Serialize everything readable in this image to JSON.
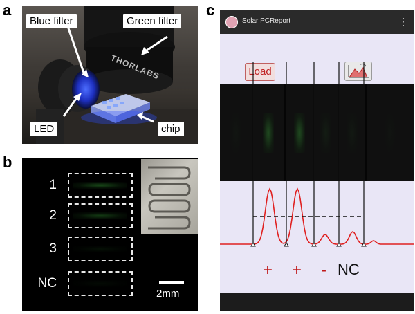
{
  "panel_letters": {
    "a": "a",
    "b": "b",
    "c": "c"
  },
  "panel_a": {
    "labels": {
      "blue_filter": "Blue filter",
      "green_filter": "Green filter",
      "led": "LED",
      "chip": "chip"
    },
    "device_text": "THORLABS"
  },
  "panel_b": {
    "well_labels": [
      "1",
      "2",
      "3",
      "NC"
    ],
    "well_intensity": [
      0.7,
      0.6,
      0.15,
      0.1
    ],
    "scale_bar": "2mm"
  },
  "panel_c": {
    "app_title": "Solar PCReport",
    "menu_icon": "⋮",
    "load_button": "Load",
    "graph_button_icon": "chart-icon",
    "strip_intensity": [
      0.05,
      0.55,
      0.55,
      0.12,
      0.08,
      0.04
    ],
    "results": [
      "+",
      "+",
      "-",
      "NC"
    ],
    "colors": {
      "trace": "#e02020",
      "app_bg": "#e9e6f6",
      "result": "#c01818"
    }
  }
}
